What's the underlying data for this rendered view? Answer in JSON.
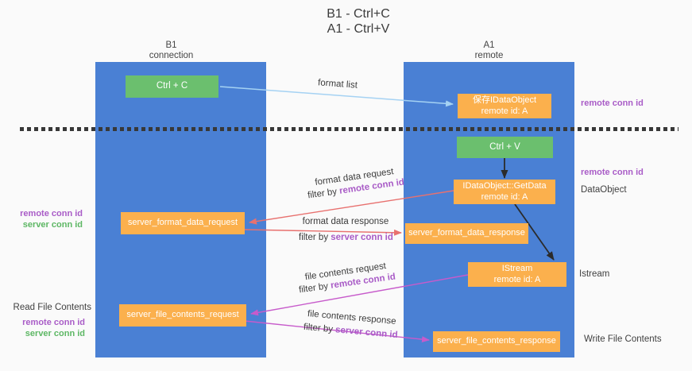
{
  "title": {
    "line1": "B1 - Ctrl+C",
    "line2": "A1 - Ctrl+V"
  },
  "lanes": {
    "left": {
      "name": "B1",
      "subtitle": "connection"
    },
    "right": {
      "name": "A1",
      "subtitle": "remote"
    }
  },
  "boxes": {
    "ctrl_c": {
      "label": "Ctrl + C"
    },
    "ctrl_v": {
      "label": "Ctrl + V"
    },
    "save_dataobject": {
      "line1": "保存IDataObject",
      "line2": "remote id: A"
    },
    "getdata": {
      "line1": "IDataObject::GetData",
      "line2": "remote id: A"
    },
    "istream": {
      "line1": "IStream",
      "line2": "remote id: A"
    },
    "format_request": {
      "label": "server_format_data_request"
    },
    "format_response": {
      "label": "server_format_data_response"
    },
    "file_request": {
      "label": "server_file_contents_request"
    },
    "file_response": {
      "label": "server_file_contents_response"
    }
  },
  "left_labels": {
    "format_remote": "remote conn id",
    "format_server": "server conn id",
    "read_file": "Read File Contents",
    "file_remote": "remote conn id",
    "file_server": "server conn id"
  },
  "right_labels": {
    "save_remote": "remote conn id",
    "getdata_remote": "remote conn id",
    "dataobject": "DataObject",
    "istream": "Istream",
    "write_file": "Write File Contents"
  },
  "annotations": {
    "format_list": "format list",
    "format_request": {
      "title": "format data request",
      "filter_prefix": "filter by ",
      "filter_id": "remote conn id"
    },
    "format_response": {
      "title": "format data response",
      "filter_prefix": "filter by ",
      "filter_id": "server conn id"
    },
    "file_request": {
      "title": "file contents request",
      "filter_prefix": "filter by ",
      "filter_id": "remote conn id"
    },
    "file_response": {
      "title": "file contents response",
      "filter_prefix": "filter by ",
      "filter_id": "server conn id"
    }
  },
  "colors": {
    "lane_blue": "#4a80d4",
    "box_green": "#6bbf6e",
    "box_orange": "#fbb04d",
    "arrow_salmon": "#e8716f",
    "arrow_magenta": "#c75bcb",
    "arrow_lightblue": "#a5d2f3",
    "arrow_black": "#2b2b2b",
    "text_purple": "#a95cc7",
    "text_green": "#5db764",
    "text_dark": "#3f3f3f"
  }
}
